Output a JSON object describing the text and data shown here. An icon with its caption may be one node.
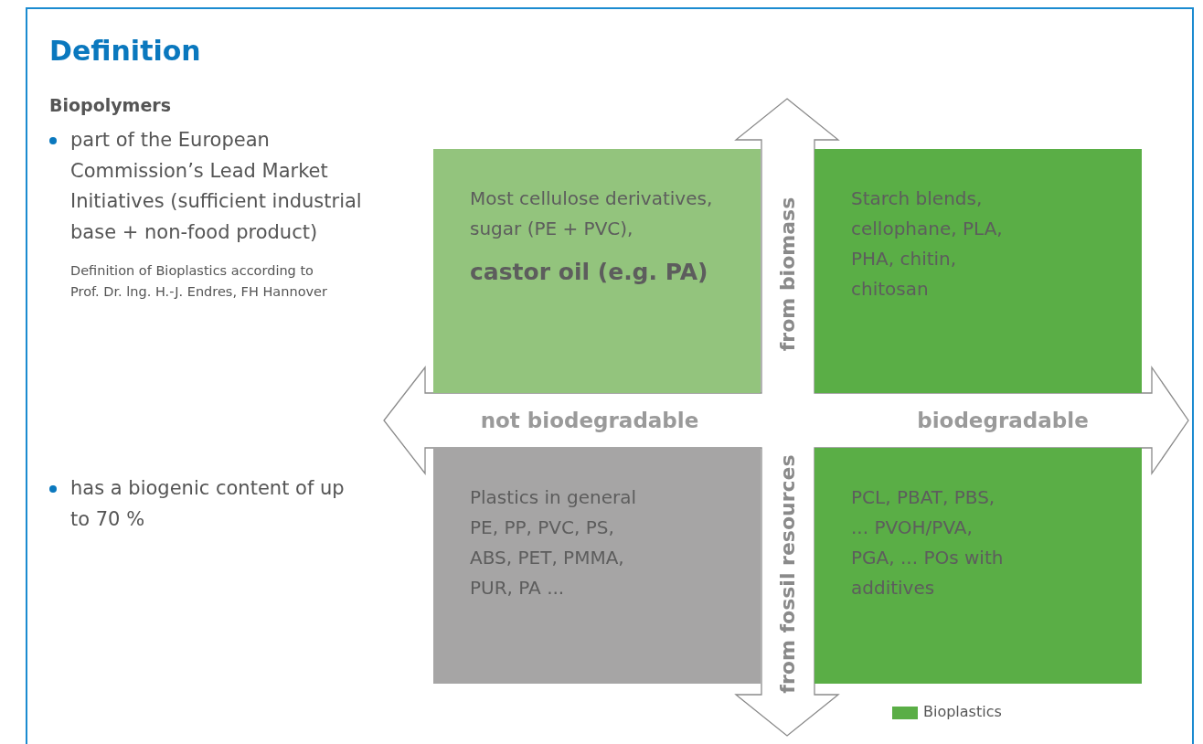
{
  "diagram": {
    "title": "Definition",
    "nodes": [
      {
        "text": [
          "Most cellulose derivatives, sugar (PE + PVC),",
          "castor oil (e.g. PA)"
        ]
      },
      {
        "text": [
          "Starch blends, cellophane, PLA, PHA, chitin, chitosan"
        ]
      },
      {
        "text": [
          "Plastics in general PE, PP, PVC, PS, ABS, PET, PMMA, PUR, PA ..."
        ]
      },
      {
        "text": [
          "PCL, PBAT, PBS, ... PVOH/PVA, PGA, ... POs with additives"
        ]
      }
    ],
    "edges": [],
    "labels": [
      "Biopolymers",
      "part of the European Commission’s Lead Market Initiatives (sufficient industrial base + non-food product)",
      "Definition of Bioplastics according to Prof. Dr. lng. H.-J. Endres, FH Hannover",
      "has a biogenic content of up to 70 %",
      "from biomass",
      "not biodegradable",
      "biodegradable",
      "from fossil resources"
    ],
    "legend": [
      {
        "text": "Bioplastics",
        "color": "#5aae46"
      }
    ]
  }
}
